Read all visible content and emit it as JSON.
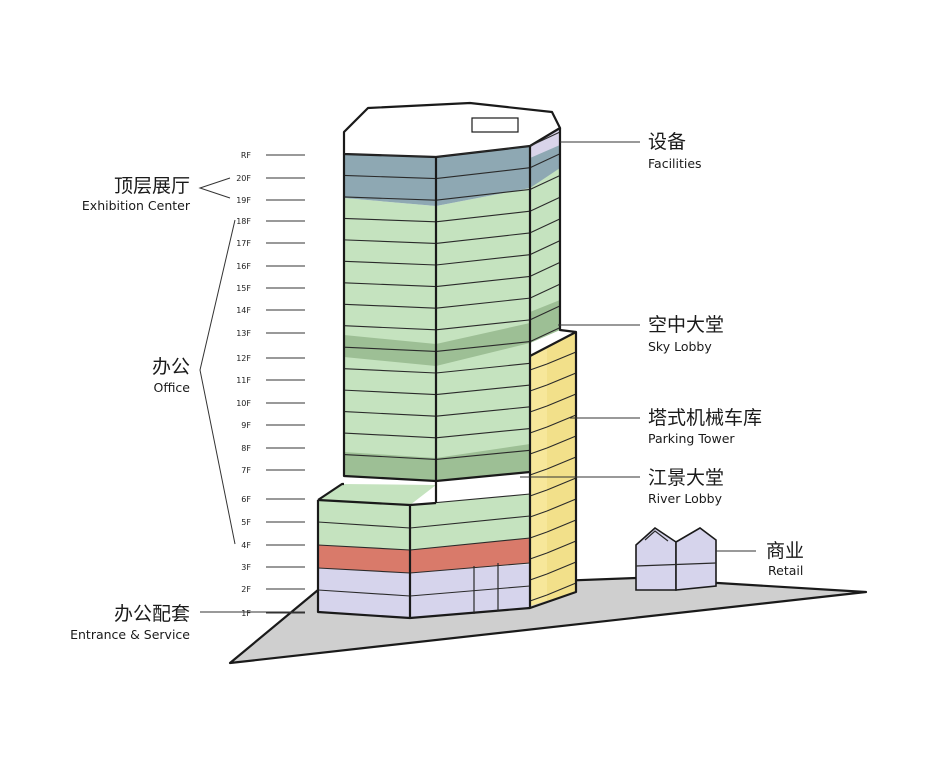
{
  "floors": [
    "RF",
    "20F",
    "19F",
    "18F",
    "17F",
    "16F",
    "15F",
    "14F",
    "13F",
    "12F",
    "11F",
    "10F",
    "9F",
    "8F",
    "7F",
    "6F",
    "5F",
    "4F",
    "3F",
    "2F",
    "1F"
  ],
  "zones_left": [
    {
      "id": "exhibition",
      "cn": "顶层展厅",
      "en": "Exhibition Center"
    },
    {
      "id": "office",
      "cn": "办公",
      "en": "Office"
    },
    {
      "id": "entrance",
      "cn": "办公配套",
      "en": "Entrance & Service"
    }
  ],
  "zones_right": [
    {
      "id": "facilities",
      "cn": "设备",
      "en": "Facilities"
    },
    {
      "id": "skylobby",
      "cn": "空中大堂",
      "en": "Sky Lobby"
    },
    {
      "id": "parking",
      "cn": "塔式机械车库",
      "en": "Parking Tower"
    },
    {
      "id": "riverlobby",
      "cn": "江景大堂",
      "en": "River Lobby"
    },
    {
      "id": "retail",
      "cn": "商业",
      "en": "Retail"
    }
  ],
  "colors": {
    "office": "#c5e3bf",
    "lobby": "#9dbf95",
    "exhibition": "#8ea8b3",
    "facilities": "#d9d4ea",
    "service": "#d6d4ec",
    "restaurant_band": "#d97a6a",
    "parking": "#f2e08a",
    "ground": "#cfcfcf",
    "outline": "#1a1a1a"
  }
}
